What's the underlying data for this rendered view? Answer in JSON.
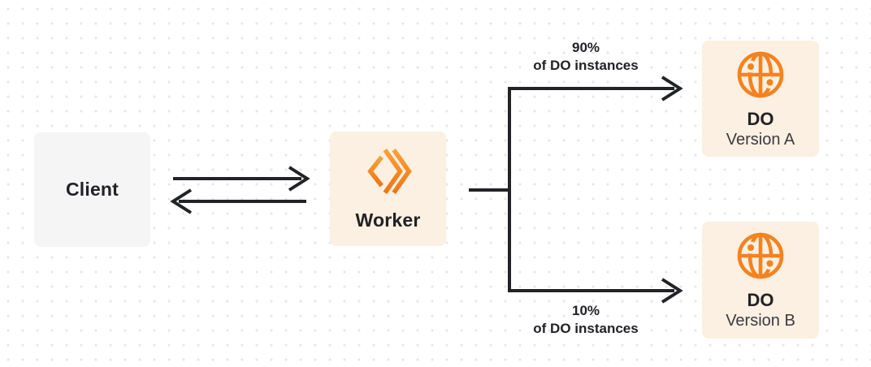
{
  "nodes": {
    "client": {
      "label": "Client"
    },
    "worker": {
      "label": "Worker",
      "icon": "workers-icon"
    },
    "do_version_a": {
      "title": "DO",
      "subtitle": "Version A",
      "icon": "globe-icon"
    },
    "do_version_b": {
      "title": "DO",
      "subtitle": "Version B",
      "icon": "globe-icon"
    }
  },
  "edges": [
    {
      "from": "client",
      "to": "worker",
      "style": "double-arrow",
      "percent": "",
      "caption": ""
    },
    {
      "from": "worker",
      "to": "do_version_a",
      "style": "elbow-arrow",
      "percent": "90%",
      "caption": "of DO instances"
    },
    {
      "from": "worker",
      "to": "do_version_b",
      "style": "elbow-arrow",
      "percent": "10%",
      "caption": "of DO instances"
    }
  ],
  "colors": {
    "background": "#ffffff",
    "grid_dot": "#e6e6e8",
    "client_box": "#f5f5f6",
    "highlight_box": "#fbf0e1",
    "brand_orange": "#f6821f",
    "brand_orange_light": "#f9a13b",
    "brand_orange_dark": "#ed7514",
    "arrow": "#222326",
    "text": "#232127"
  }
}
